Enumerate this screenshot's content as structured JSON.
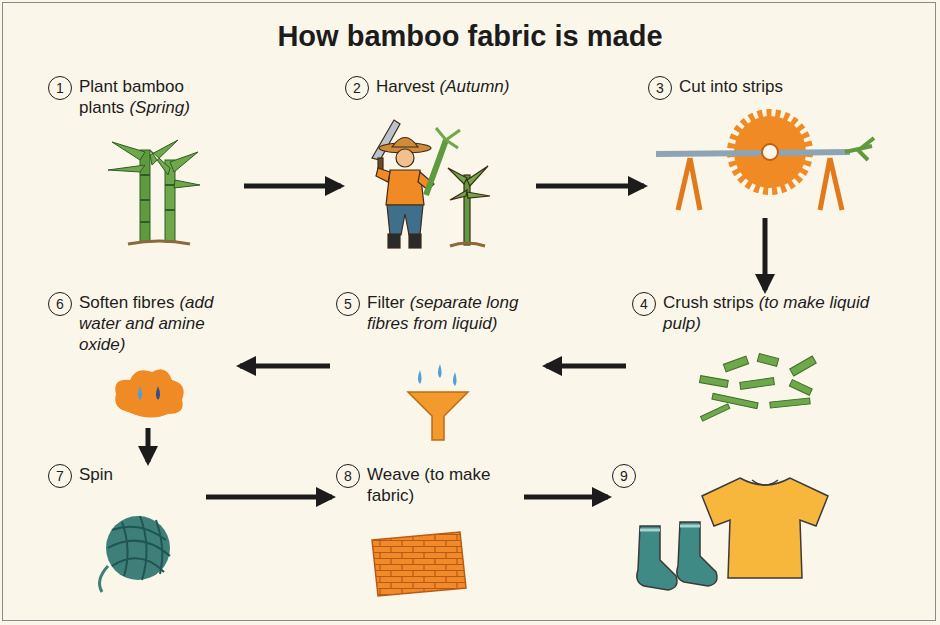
{
  "diagram": {
    "title": "How bamboo fabric is made",
    "nodes": [
      {
        "text": [
          "1",
          "Plant bamboo plants",
          "(Spring)"
        ]
      },
      {
        "text": [
          "2",
          "Harvest",
          "(Autumn)"
        ]
      },
      {
        "text": [
          "3",
          "Cut into strips"
        ]
      },
      {
        "text": [
          "4",
          "Crush strips",
          "(to make liquid pulp)"
        ]
      },
      {
        "text": [
          "5",
          "Filter",
          "(separate long fibres from liquid)"
        ]
      },
      {
        "text": [
          "6",
          "Soften fibres",
          "(add water and amine oxide)"
        ]
      },
      {
        "text": [
          "7",
          "Spin"
        ]
      },
      {
        "text": [
          "8",
          "Weave (to make fabric)"
        ]
      },
      {
        "text": [
          "9"
        ]
      }
    ],
    "edges": [
      {
        "from": 0,
        "to": 1,
        "arrow": "to"
      },
      {
        "from": 1,
        "to": 2,
        "arrow": "to"
      },
      {
        "from": 2,
        "to": 3,
        "arrow": "to"
      },
      {
        "from": 3,
        "to": 4,
        "arrow": "to"
      },
      {
        "from": 4,
        "to": 5,
        "arrow": "to"
      },
      {
        "from": 5,
        "to": 6,
        "arrow": "to"
      },
      {
        "from": 6,
        "to": 7,
        "arrow": "to"
      },
      {
        "from": 7,
        "to": 8,
        "arrow": "to"
      }
    ]
  }
}
